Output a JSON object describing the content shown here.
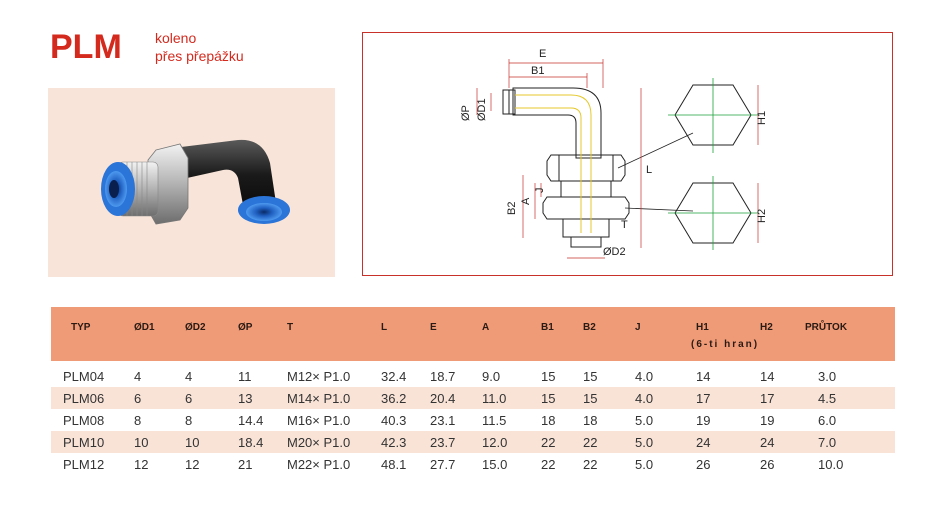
{
  "header": {
    "code": "PLM",
    "subtitle_line1": "koleno",
    "subtitle_line2": "přes přepážku"
  },
  "colors": {
    "brand_red": "#d42a1e",
    "table_header": "#ef9b77",
    "row_alt": "#f9e3d7",
    "photo_bg": "#f8e4d9",
    "fitting_blue": "#1f6fd0"
  },
  "drawing": {
    "labels": {
      "E": "E",
      "B1": "B1",
      "P": "ØP",
      "D1": "ØD1",
      "H1": "H1",
      "L": "L",
      "B2": "B2",
      "A": "A",
      "J": "J",
      "T": "T",
      "D2": "ØD2",
      "H2": "H2"
    }
  },
  "table": {
    "headers": {
      "typ": "TYP",
      "d1": "ØD1",
      "d2": "ØD2",
      "p": "ØP",
      "t": "T",
      "l": "L",
      "e": "E",
      "a": "A",
      "b1": "B1",
      "b2": "B2",
      "j": "J",
      "h1": "H1",
      "h2": "H2",
      "prutok": "PRŮTOK",
      "hran": "(6-ti hran)"
    },
    "rows": [
      {
        "typ": "PLM04",
        "d1": "4",
        "d2": "4",
        "p": "11",
        "t": "M12× P1.0",
        "l": "32.4",
        "e": "18.7",
        "a": "9.0",
        "b1": "15",
        "b2": "15",
        "j": "4.0",
        "h1": "14",
        "h2": "14",
        "prutok": "3.0"
      },
      {
        "typ": "PLM06",
        "d1": "6",
        "d2": "6",
        "p": "13",
        "t": "M14× P1.0",
        "l": "36.2",
        "e": "20.4",
        "a": "11.0",
        "b1": "15",
        "b2": "15",
        "j": "4.0",
        "h1": "17",
        "h2": "17",
        "prutok": "4.5"
      },
      {
        "typ": "PLM08",
        "d1": "8",
        "d2": "8",
        "p": "14.4",
        "t": "M16× P1.0",
        "l": "40.3",
        "e": "23.1",
        "a": "11.5",
        "b1": "18",
        "b2": "18",
        "j": "5.0",
        "h1": "19",
        "h2": "19",
        "prutok": "6.0"
      },
      {
        "typ": "PLM10",
        "d1": "10",
        "d2": "10",
        "p": "18.4",
        "t": "M20× P1.0",
        "l": "42.3",
        "e": "23.7",
        "a": "12.0",
        "b1": "22",
        "b2": "22",
        "j": "5.0",
        "h1": "24",
        "h2": "24",
        "prutok": "7.0"
      },
      {
        "typ": "PLM12",
        "d1": "12",
        "d2": "12",
        "p": "21",
        "t": "M22× P1.0",
        "l": "48.1",
        "e": "27.7",
        "a": "15.0",
        "b1": "22",
        "b2": "22",
        "j": "5.0",
        "h1": "26",
        "h2": "26",
        "prutok": "10.0"
      }
    ]
  }
}
